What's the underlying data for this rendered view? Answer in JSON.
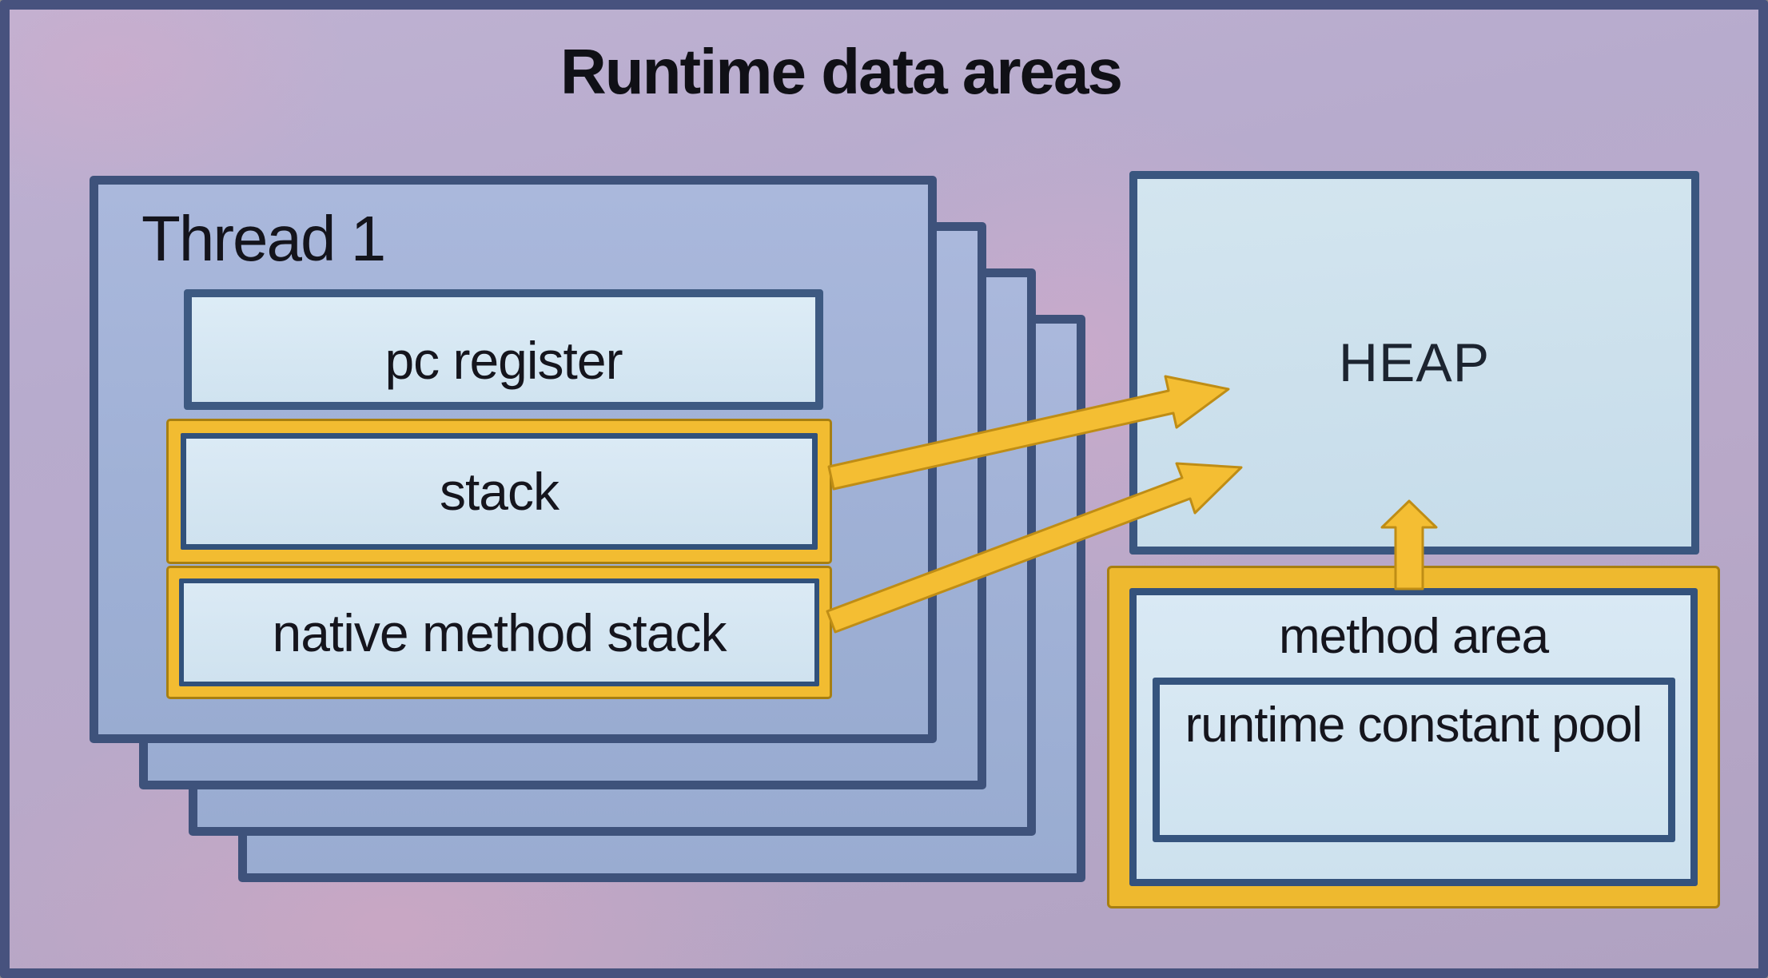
{
  "title": "Runtime data areas",
  "threads": {
    "front_label": "Thread 1",
    "stack_count": 4,
    "inner_boxes": [
      "pc register",
      "stack",
      "native method stack"
    ]
  },
  "heap": {
    "label": "HEAP"
  },
  "method_area": {
    "label": "method area",
    "inner_box": "runtime constant pool"
  },
  "arrows": [
    {
      "name": "stack-to-heap-arrow",
      "from": "stack",
      "to": "HEAP"
    },
    {
      "name": "native-method-stack-to-heap-arrow",
      "from": "native method stack",
      "to": "HEAP"
    },
    {
      "name": "method-area-to-heap-arrow",
      "from": "method area",
      "to": "HEAP"
    }
  ],
  "colors": {
    "accent_yellow": "#f2bc31",
    "arrow_outline": "#bf8d15",
    "box_border_navy": "#3a547e",
    "thread_fill": "#a2b2d7",
    "panel_fill": "#d5e7f2",
    "heap_fill": "#cbdfeb",
    "background_lavender": "#b8abcc",
    "frame_border": "#47527e",
    "text": "#15151d"
  }
}
